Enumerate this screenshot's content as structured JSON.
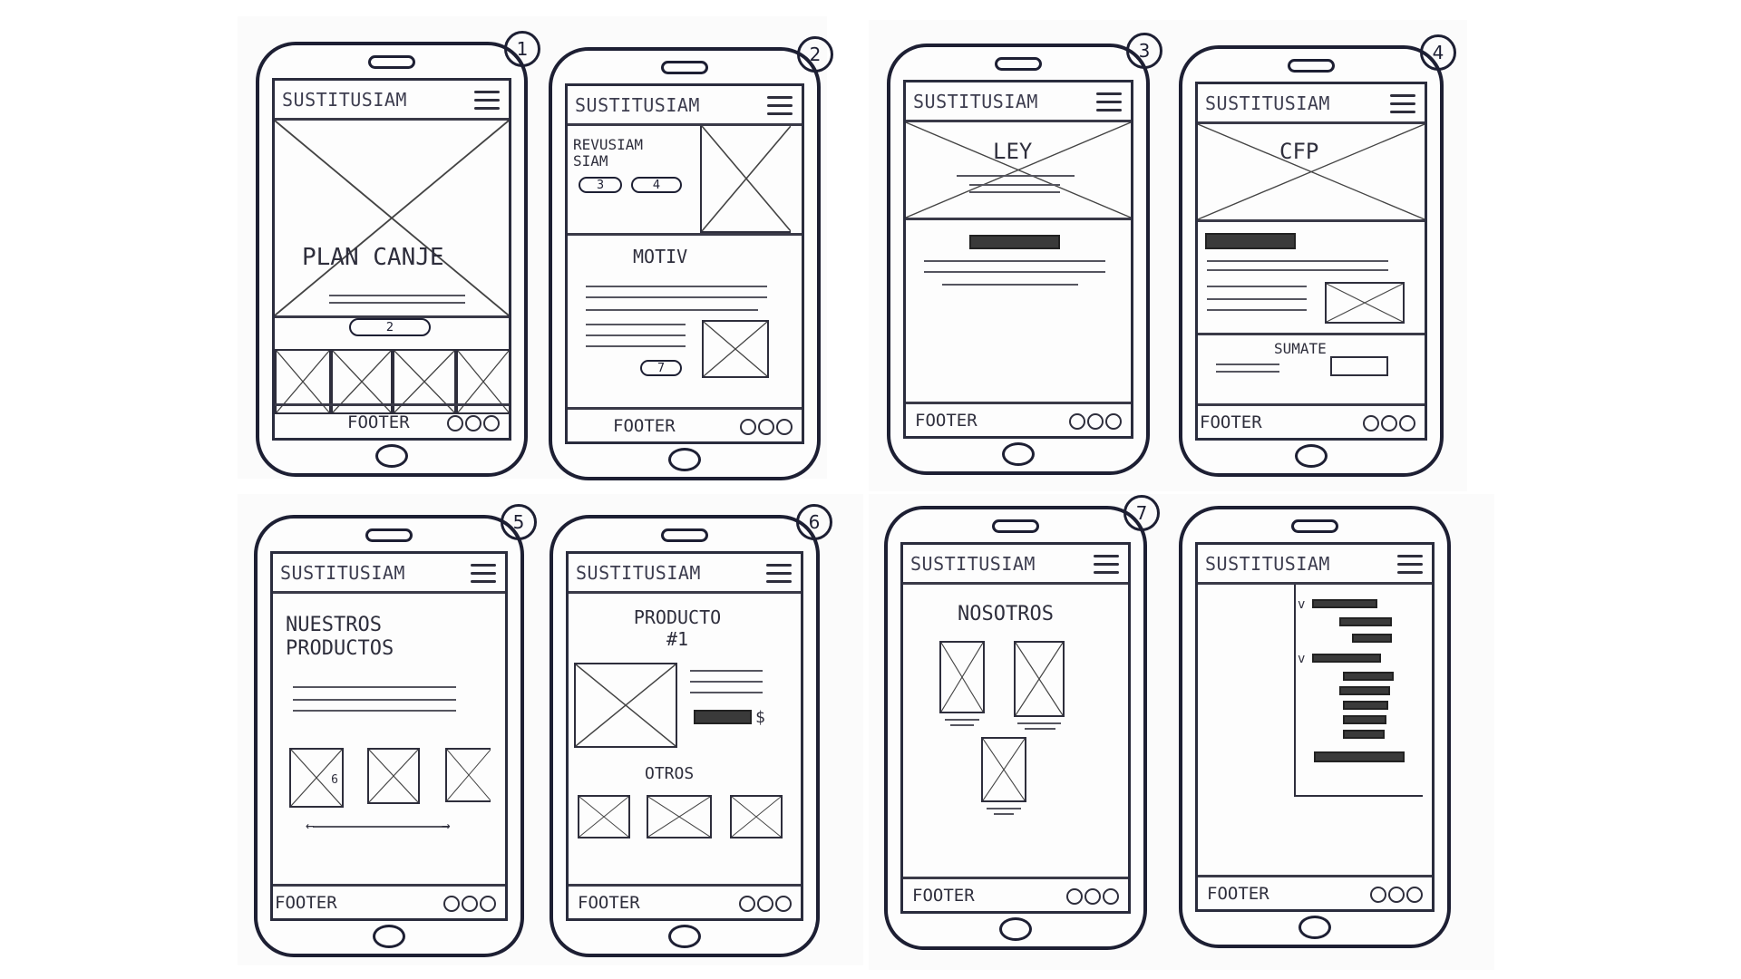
{
  "common": {
    "brand": "SUSTITUSIAM",
    "footer": "FOOTER"
  },
  "screen1": {
    "number": "1",
    "hero": "PLAN CANJE",
    "button": "2"
  },
  "screen2": {
    "number": "2",
    "title": "REVUSIAM SIAM",
    "pill_a": "3",
    "pill_b": "4",
    "section": "MOTIV",
    "button": "7"
  },
  "screen3": {
    "number": "3",
    "hero": "LEY"
  },
  "screen4": {
    "number": "4",
    "hero": "CFP",
    "cta": "SUMATE"
  },
  "screen5": {
    "number": "5",
    "title": "NUESTROS PRODUCTOS",
    "card_num": "6"
  },
  "screen6": {
    "number": "6",
    "title": "PRODUCTO #1",
    "price": "$",
    "others": "OTROS"
  },
  "screen7": {
    "number": "7",
    "title": "NOSOTROS"
  },
  "screen8": {
    "menu_marker": "v"
  }
}
